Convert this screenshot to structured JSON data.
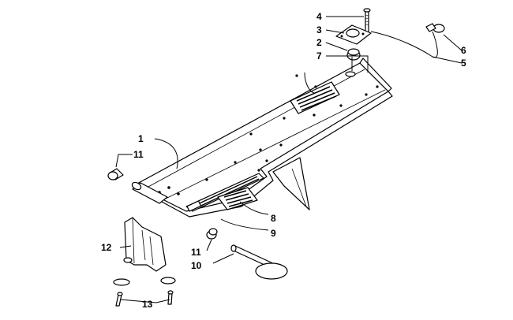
{
  "diagram": {
    "callouts": {
      "c1": "1",
      "c2": "2",
      "c3": "3",
      "c4": "4",
      "c5": "5",
      "c6": "6",
      "c7": "7",
      "c8": "8",
      "c9": "9",
      "c10": "10",
      "c11a": "11",
      "c11b": "11",
      "c12": "12",
      "c13": "13"
    }
  }
}
